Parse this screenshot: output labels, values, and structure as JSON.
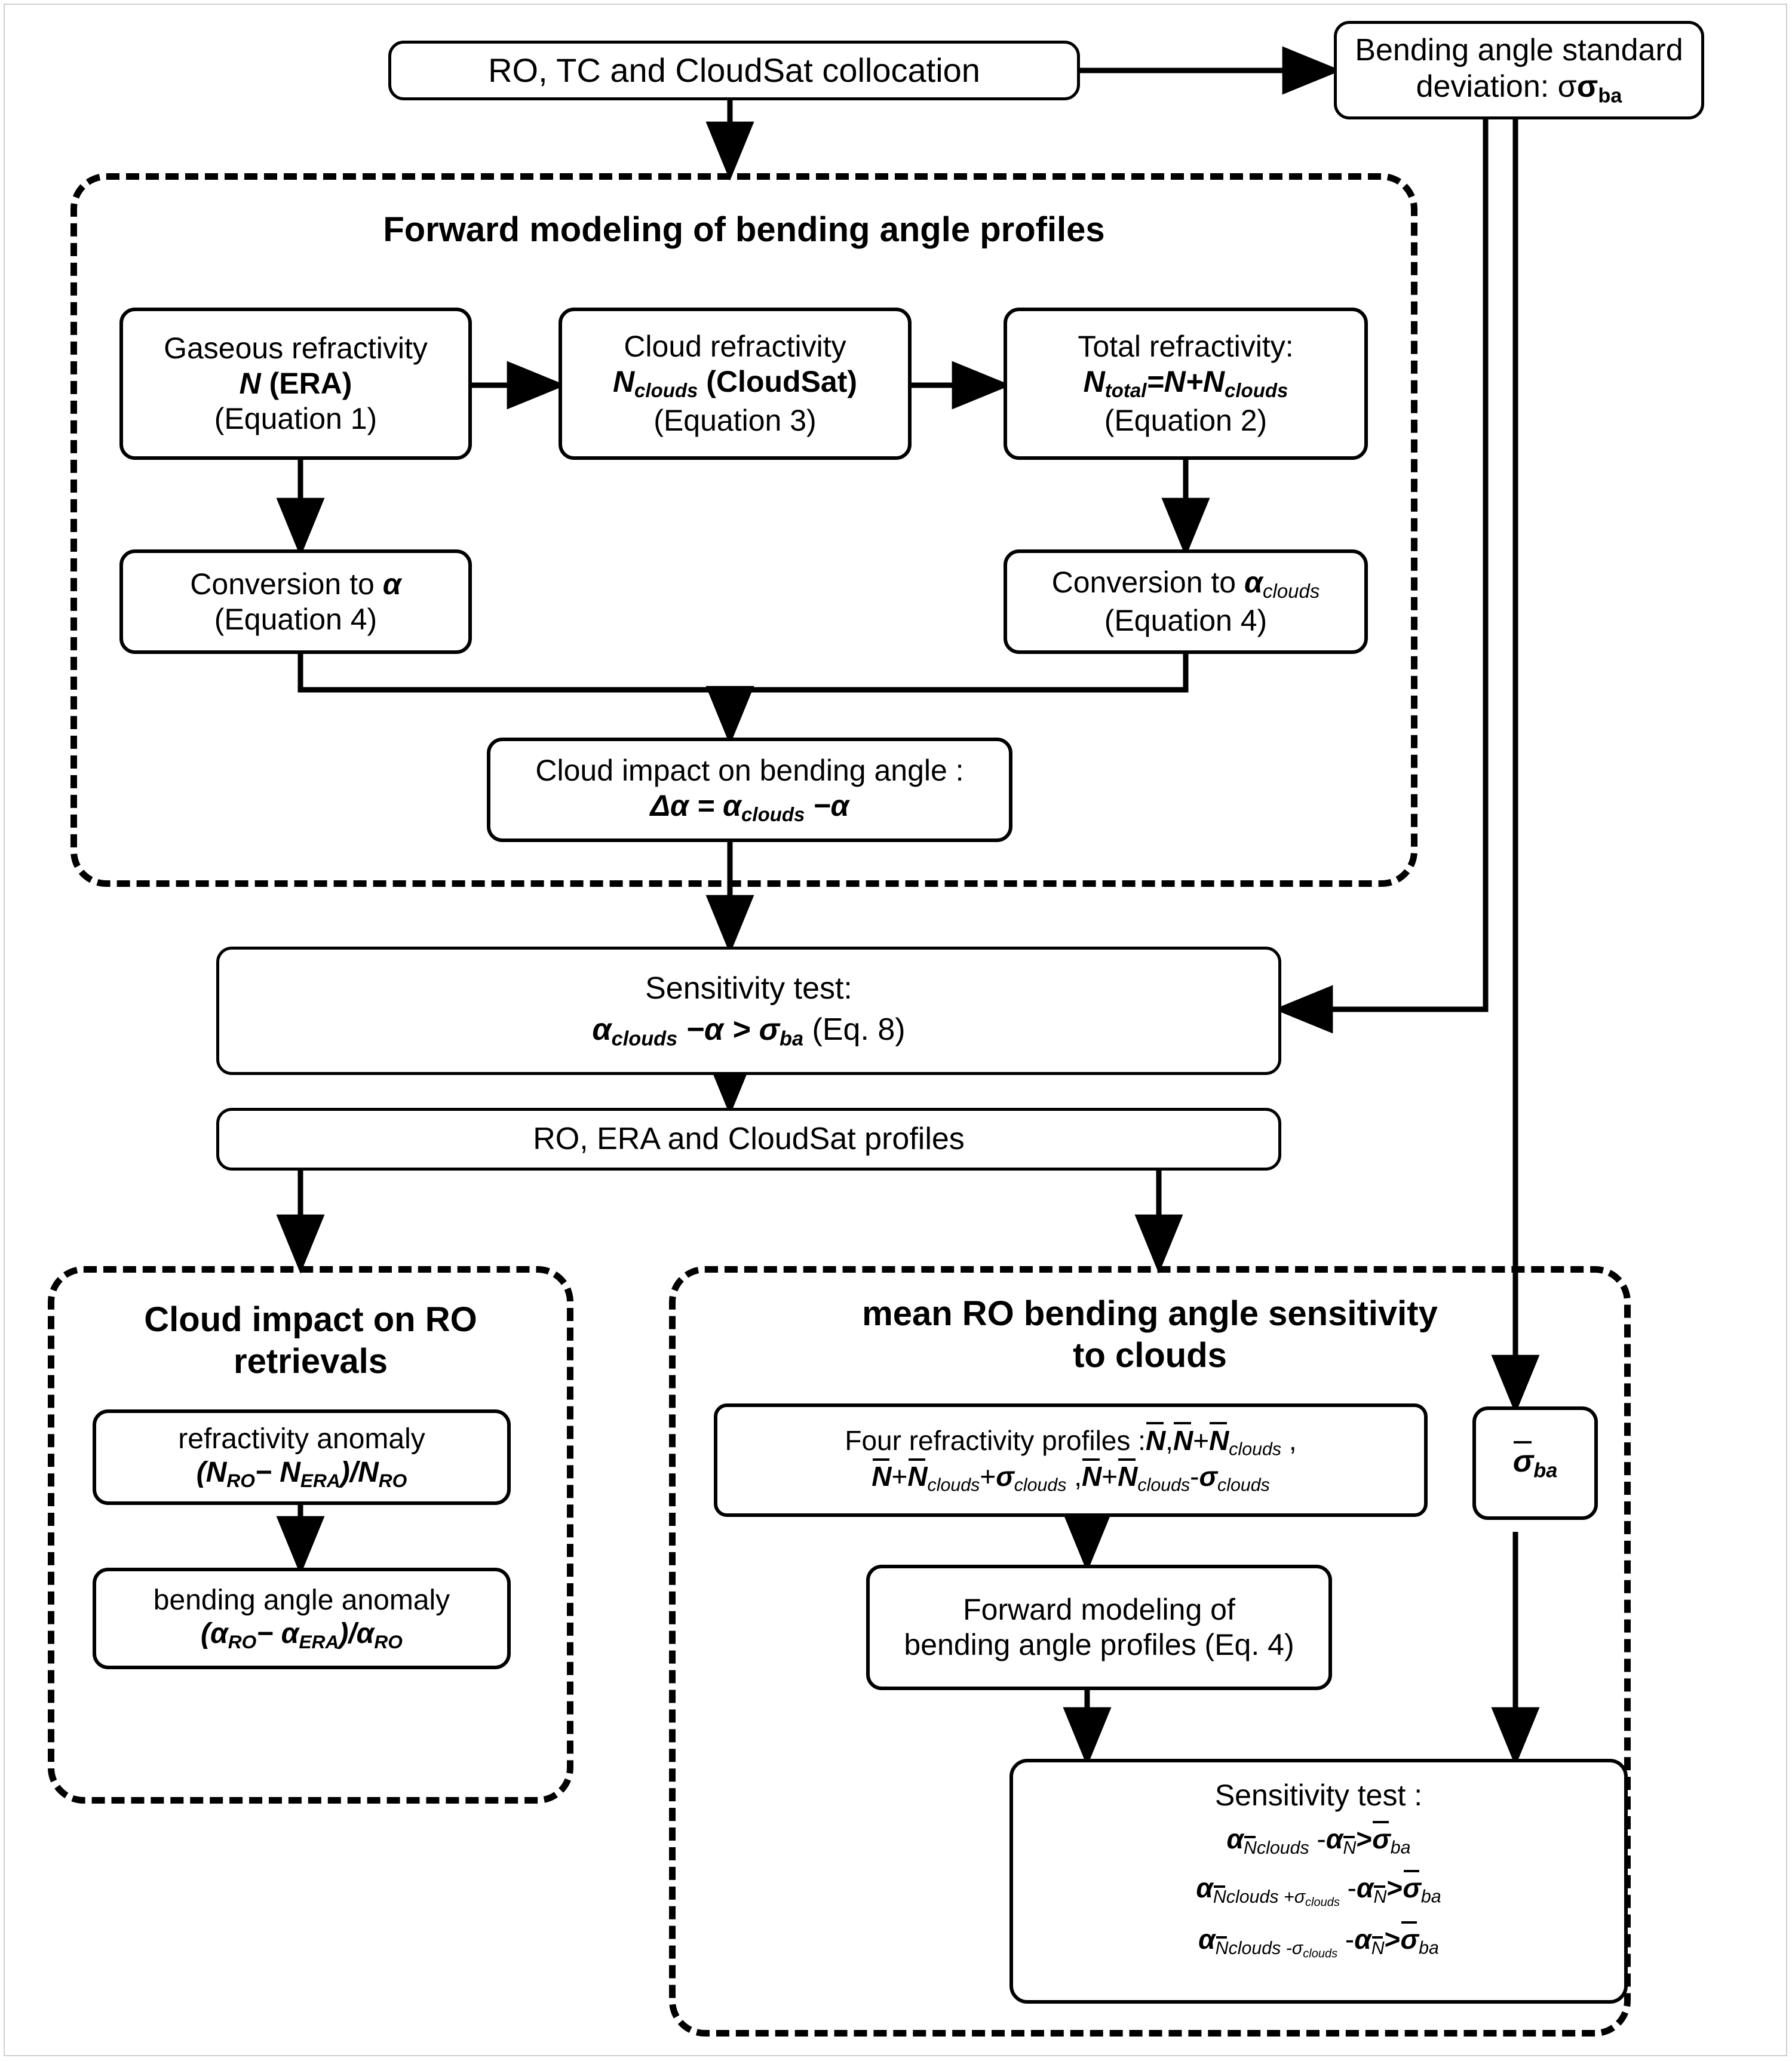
{
  "diagram": {
    "title_top": "RO, TC and CloudSat collocation",
    "sigma_box": "Bending angle standard deviation: σba",
    "sigma_box_main": "Bending angle standard",
    "sigma_box_second": "deviation: σ",
    "sigma_box_sub": "ba",
    "section_forward_title": "Forward modeling of bending angle profiles",
    "gaseous": {
      "l1": "Gaseous refractivity",
      "l2_sym": "N",
      "l2_rest": " (ERA)",
      "l3": "(Equation 1)"
    },
    "cloudref": {
      "l1": "Cloud refractivity",
      "l2_sym": "N",
      "l2_sub": "clouds",
      "l2_rest": " (CloudSat)",
      "l3": "(Equation 3)"
    },
    "totalref": {
      "l1": "Total refractivity:",
      "l2_a": "N",
      "l2_a_sub": "total",
      "l2_eq": "=N+N",
      "l2_b_sub": "clouds",
      "l3": "(Equation 2)"
    },
    "conv_alpha": {
      "l1_pre": "Conversion to ",
      "l1_sym": "α",
      "l2": "(Equation 4)"
    },
    "conv_alpha_clouds": {
      "l1_pre": "Conversion to ",
      "l1_sym": "α",
      "l1_sub": "clouds",
      "l2": "(Equation 4)"
    },
    "cloud_impact_ba": {
      "l1": "Cloud impact on bending angle :",
      "l2_a": "Δα = α",
      "l2_sub": "clouds",
      "l2_b": " −α"
    },
    "sensitivity_test_main": {
      "l1": "Sensitivity test:",
      "l2_a": "α",
      "l2_sub": "clouds",
      "l2_b": " −α  >  σ",
      "l2_sub2": "ba",
      "l2_c": " (Eq. 8)"
    },
    "profiles_box": "RO, ERA and CloudSat profiles",
    "left_section": {
      "title_l1": "Cloud impact on RO",
      "title_l2": "retrievals",
      "refr_anom": {
        "l1": "refractivity anomaly",
        "l2_a": "(N",
        "l2_sub1": "RO",
        "l2_b": "− N",
        "l2_sub2": "ERA",
        "l2_c": ")/N",
        "l2_sub3": "RO"
      },
      "ba_anom": {
        "l1": "bending angle  anomaly",
        "l2_a": "(α",
        "l2_sub1": "RO",
        "l2_b": "− α",
        "l2_sub2": "ERA",
        "l2_c": ")/α",
        "l2_sub3": "RO"
      }
    },
    "right_section": {
      "title_l1": "mean RO bending angle sensitivity",
      "title_l2": "to clouds",
      "four_profiles": {
        "label": "Four refractivity profiles :",
        "p1": "N",
        "p2_a": "N",
        "p2_plus": "+",
        "p2_b": "N",
        "p2_sub": "clouds",
        "p3_a": "N",
        "p3_plus": "+",
        "p3_b": "N",
        "p3_sub": "clouds",
        "p3_plus2": "+",
        "p3_sig": "σ",
        "p3_sig_sub": "clouds",
        "p4_a": "N",
        "p4_plus": "+",
        "p4_b": "N",
        "p4_sub": "clouds",
        "p4_minus": "-",
        "p4_sig": "σ",
        "p4_sig_sub": "clouds"
      },
      "forward_model": {
        "l1": "Forward modeling of",
        "l2": "bending angle profiles (Eq. 4)"
      },
      "sigma_mean": {
        "sym": "σ",
        "sub": "ba"
      },
      "sens_test": {
        "title": "Sensitivity test :",
        "rows": [
          {
            "a_sym": "α",
            "a_sub_ovl": "N",
            "a_sub_rest": "clouds",
            "minus": "-",
            "b_sym": "α",
            "b_sub": "N",
            "gt": ">",
            "s_sym": "σ",
            "s_sub": "ba"
          },
          {
            "a_sym": "α",
            "a_sub_ovl": "N",
            "a_sub_rest": "clouds +σ",
            "a_sub_rest2": "clouds",
            "minus": "-",
            "b_sym": "α",
            "b_sub": "N",
            "gt": ">",
            "s_sym": "σ",
            "s_sub": "ba"
          },
          {
            "a_sym": "α",
            "a_sub_ovl": "N",
            "a_sub_rest": "clouds -σ",
            "a_sub_rest2": "clouds",
            "minus": "-",
            "b_sym": "α",
            "b_sub": "N",
            "gt": ">",
            "s_sym": "σ",
            "s_sub": "ba"
          }
        ]
      }
    }
  },
  "colors": {
    "stroke": "#000000",
    "background": "#ffffff",
    "frame": "#cfcfcf"
  }
}
